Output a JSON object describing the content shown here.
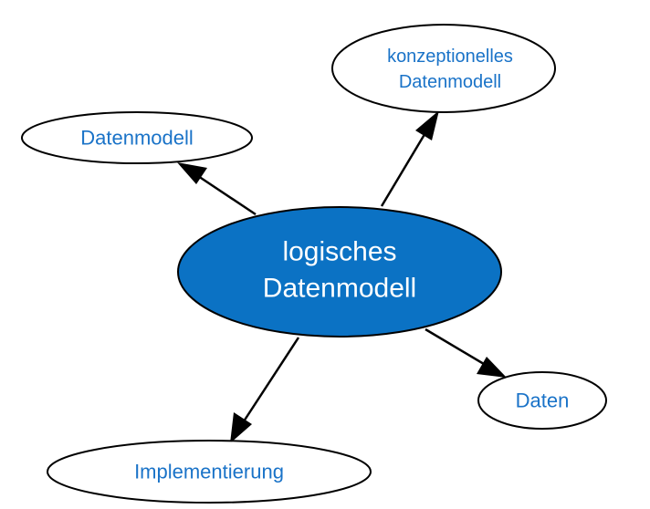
{
  "diagram": {
    "center": {
      "line1": "logisches",
      "line2": "Datenmodell"
    },
    "nodes": {
      "konzeptionelles": {
        "line1": "konzeptionelles",
        "line2": "Datenmodell"
      },
      "datenmodell": "Datenmodell",
      "daten": "Daten",
      "implementierung": "Implementierung"
    },
    "colors": {
      "center_fill": "#0b72c4",
      "center_text": "#ffffff",
      "node_text": "#1a73c8",
      "stroke": "#000000"
    }
  }
}
